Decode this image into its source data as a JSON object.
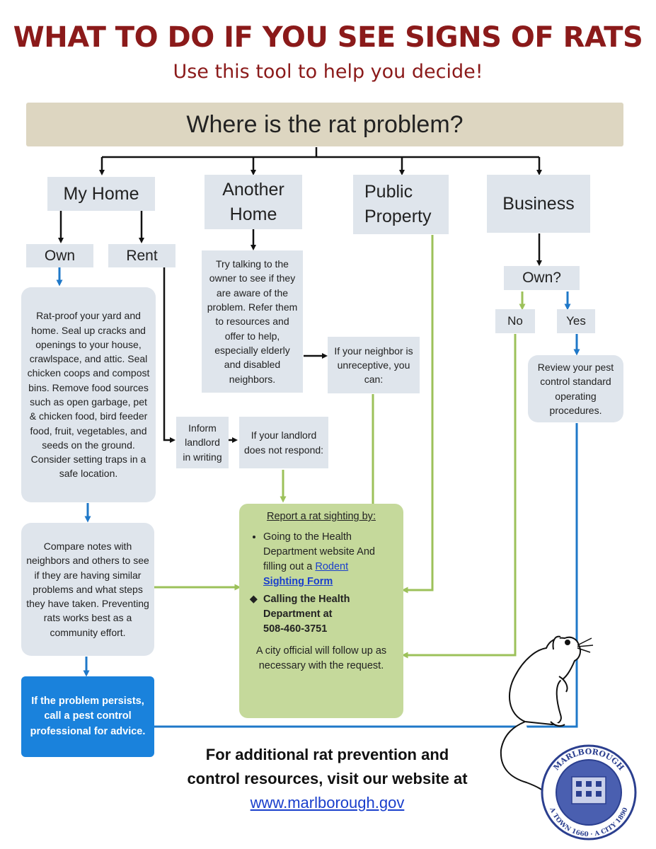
{
  "header": {
    "title": "WHAT TO DO IF YOU SEE SIGNS OF RATS",
    "subtitle": "Use this tool to help you decide!"
  },
  "question": "Where is the rat problem?",
  "branches": {
    "my_home": "My Home",
    "another_home_line1": "Another",
    "another_home_line2": "Home",
    "public_property_line1": "Public",
    "public_property_line2": "Property",
    "business": "Business"
  },
  "my_home": {
    "own": "Own",
    "rent": "Rent",
    "own_advice": "Rat-proof your yard and home. Seal up cracks and openings to your house, crawlspace, and attic. Seal chicken coops and compost bins. Remove food sources such as open garbage, pet & chicken food, bird feeder food, fruit, vegetables, and seeds on the ground. Consider setting traps in a safe location.",
    "compare_notes": "Compare notes with neighbors and others to see if they are having similar problems and what steps they have taken. Preventing rats works best as a community effort.",
    "persists": "If the problem persists, call a pest control professional for advice.",
    "inform_landlord": "Inform landlord in writing",
    "landlord_no_response": "If your landlord does not respond:"
  },
  "another_home": {
    "advice": "Try talking to the owner to see if they are aware of the problem. Refer them to resources and offer to help, especially elderly and disabled neighbors.",
    "unreceptive": "If your neighbor is unreceptive, you can:"
  },
  "business": {
    "own_question": "Own?",
    "no": "No",
    "yes": "Yes",
    "review": "Review your pest control standard operating procedures."
  },
  "report": {
    "heading": "Report a rat sighting by",
    "heading_colon": ":",
    "item1_text": "Going to the Health Department website And filling out a",
    "item1_link_a": "Rodent",
    "item1_link_b": "Sighting Form",
    "item2_text": "Calling the Health Department at",
    "item2_phone": "508-460-3751",
    "followup": "A city official will follow up as necessary with the request."
  },
  "footer": {
    "line1": "For additional rat prevention and",
    "line2": "control resources, visit our website at",
    "url": "www.marlborough.gov"
  },
  "seal": {
    "top_text": "MARLBOROUGH",
    "bottom_text": "A TOWN 1660 · A CITY 1890"
  },
  "colors": {
    "title": "#8b1a1a",
    "question_bg": "#ddd6c1",
    "box_bg": "#dfe5ec",
    "green_box": "#c5d99b",
    "green_line": "#9cc15a",
    "blue_box": "#1a82dc",
    "blue_line": "#1f78c8",
    "link": "#1a3fcc"
  }
}
